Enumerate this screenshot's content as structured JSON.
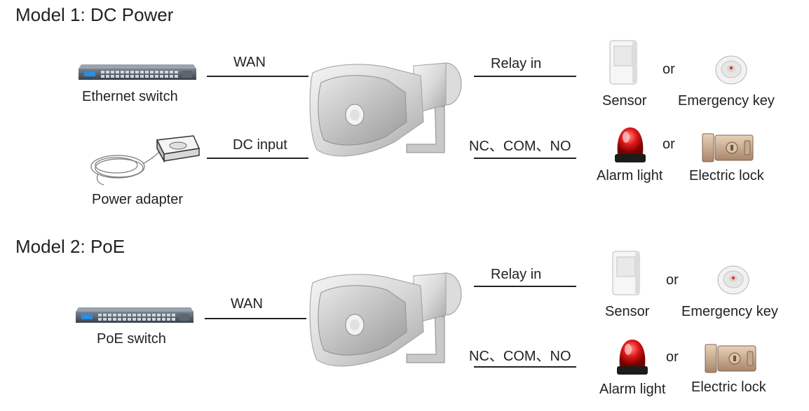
{
  "model1": {
    "title": "Model 1: DC Power",
    "ethernet_switch": "Ethernet switch",
    "power_adapter": "Power adapter",
    "wan": "WAN",
    "dc_input": "DC input",
    "relay_in": "Relay in",
    "nc_com_no": "NC、COM、NO",
    "sensor": "Sensor",
    "emergency_key": "Emergency key",
    "alarm_light": "Alarm light",
    "electric_lock": "Electric lock",
    "or_top": "or",
    "or_bottom": "or"
  },
  "model2": {
    "title": "Model 2: PoE",
    "poe_switch": "PoE switch",
    "wan": "WAN",
    "relay_in": "Relay in",
    "nc_com_no": "NC、COM、NO",
    "sensor": "Sensor",
    "emergency_key": "Emergency key",
    "alarm_light": "Alarm light",
    "electric_lock": "Electric lock",
    "or_top": "or",
    "or_bottom": "or"
  }
}
